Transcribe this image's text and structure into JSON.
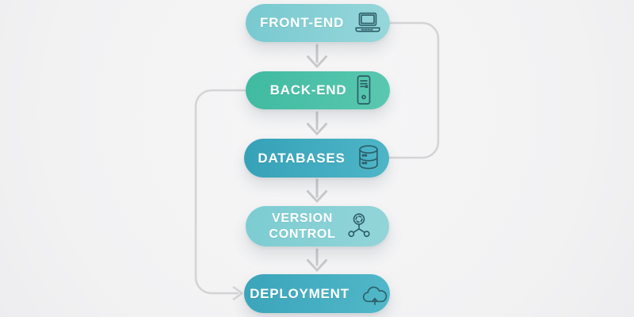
{
  "diagram_title": "",
  "colors": {
    "background": "#f2f2f3",
    "connector": "#d3d4d6",
    "arrow": "#c9cacc",
    "icon_stroke": "#2c5d66",
    "label_text": "#ffffff"
  },
  "nodes": [
    {
      "id": "front-end",
      "label": "FRONT-END",
      "icon": "laptop-icon",
      "gradient_start": "#77c9d0",
      "gradient_end": "#97d7da"
    },
    {
      "id": "back-end",
      "label": "BACK-END",
      "icon": "server-icon",
      "gradient_start": "#3fbaa0",
      "gradient_end": "#5bc8b1"
    },
    {
      "id": "databases",
      "label": "DATABASES",
      "icon": "database-icon",
      "gradient_start": "#35a1b7",
      "gradient_end": "#4fb6c8"
    },
    {
      "id": "version-control",
      "label": "VERSION CONTROL",
      "label_lines": [
        "VERSION",
        "CONTROL"
      ],
      "icon": "version-control-icon",
      "gradient_start": "#7bccd2",
      "gradient_end": "#93d5d8"
    },
    {
      "id": "deployment",
      "label": "DEPLOYMENT",
      "icon": "cloud-upload-icon",
      "gradient_start": "#3aa4ba",
      "gradient_end": "#52b8c9"
    }
  ],
  "edges": [
    {
      "from": "front-end",
      "to": "back-end",
      "style": "vertical-arrow"
    },
    {
      "from": "back-end",
      "to": "databases",
      "style": "vertical-arrow"
    },
    {
      "from": "databases",
      "to": "version-control",
      "style": "vertical-arrow"
    },
    {
      "from": "version-control",
      "to": "deployment",
      "style": "vertical-arrow"
    },
    {
      "from": "front-end",
      "to": "databases",
      "style": "right-side-loop-no-arrowhead"
    },
    {
      "from": "back-end",
      "to": "deployment",
      "style": "left-side-loop-with-arrowhead"
    }
  ]
}
